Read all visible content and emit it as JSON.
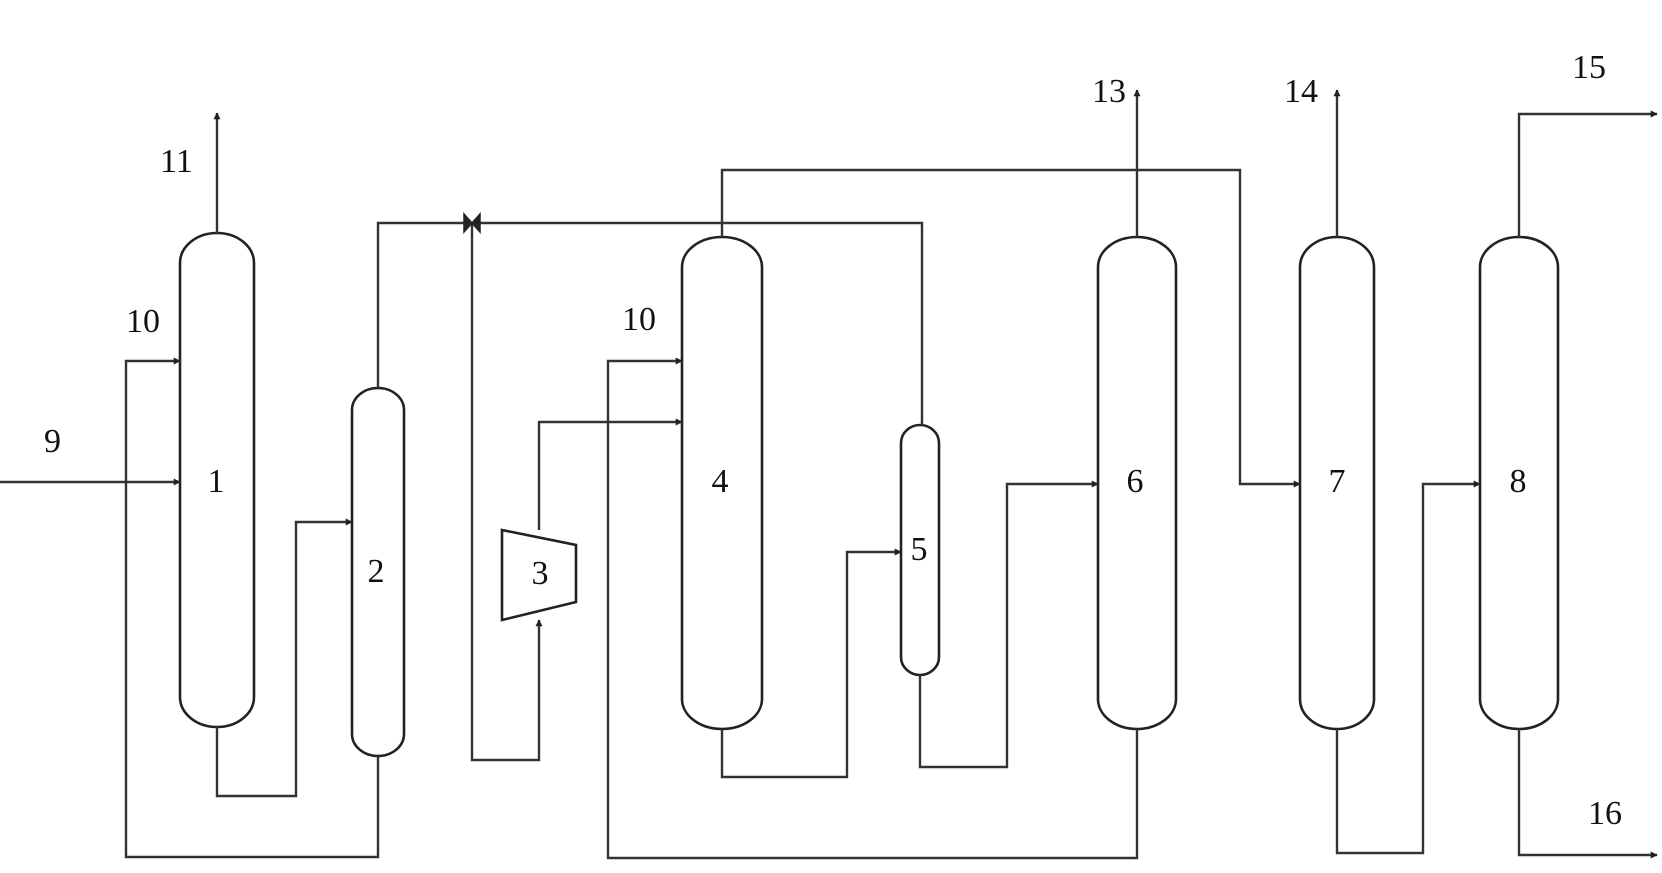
{
  "units": {
    "u1": "1",
    "u2": "2",
    "u3": "3",
    "u4": "4",
    "u5": "5",
    "u6": "6",
    "u7": "7",
    "u8": "8"
  },
  "streams": {
    "s9": "9",
    "s10a": "10",
    "s10b": "10",
    "s11": "11",
    "s13": "13",
    "s14": "14",
    "s15": "15",
    "s16": "16"
  }
}
